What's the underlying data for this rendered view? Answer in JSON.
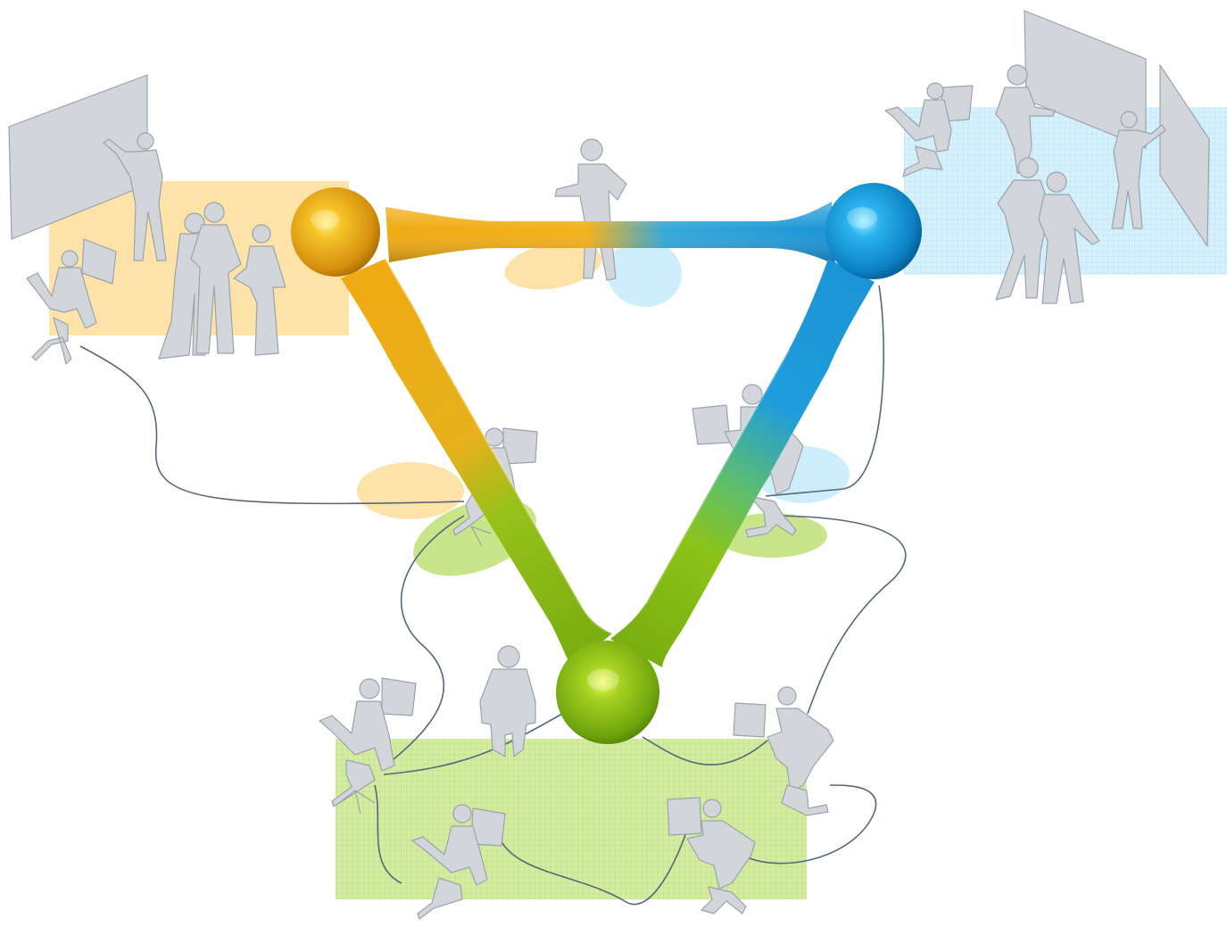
{
  "diagram": {
    "colors": {
      "orange": "#f2b21b",
      "orange_zone": "#fde3a8",
      "blue": "#1ea1e0",
      "blue_zone": "#cfeefc",
      "green": "#8cc318",
      "green_zone": "#d2eaa0",
      "silhouette": "#d2d6da",
      "silhouette_stroke": "#9aa3ab",
      "cable": "#56687a"
    },
    "nodes": [
      {
        "id": "orange-node",
        "color": "orange"
      },
      {
        "id": "blue-node",
        "color": "blue"
      },
      {
        "id": "green-node",
        "color": "green"
      }
    ],
    "zones": [
      {
        "id": "meeting-room-zone",
        "color": "orange_zone",
        "icon": "meeting-room-group"
      },
      {
        "id": "presentation-zone",
        "color": "blue_zone",
        "icon": "presentation-group"
      },
      {
        "id": "remote-workers-zone",
        "color": "green_zone",
        "icon": "laptop-workers-group"
      }
    ]
  }
}
